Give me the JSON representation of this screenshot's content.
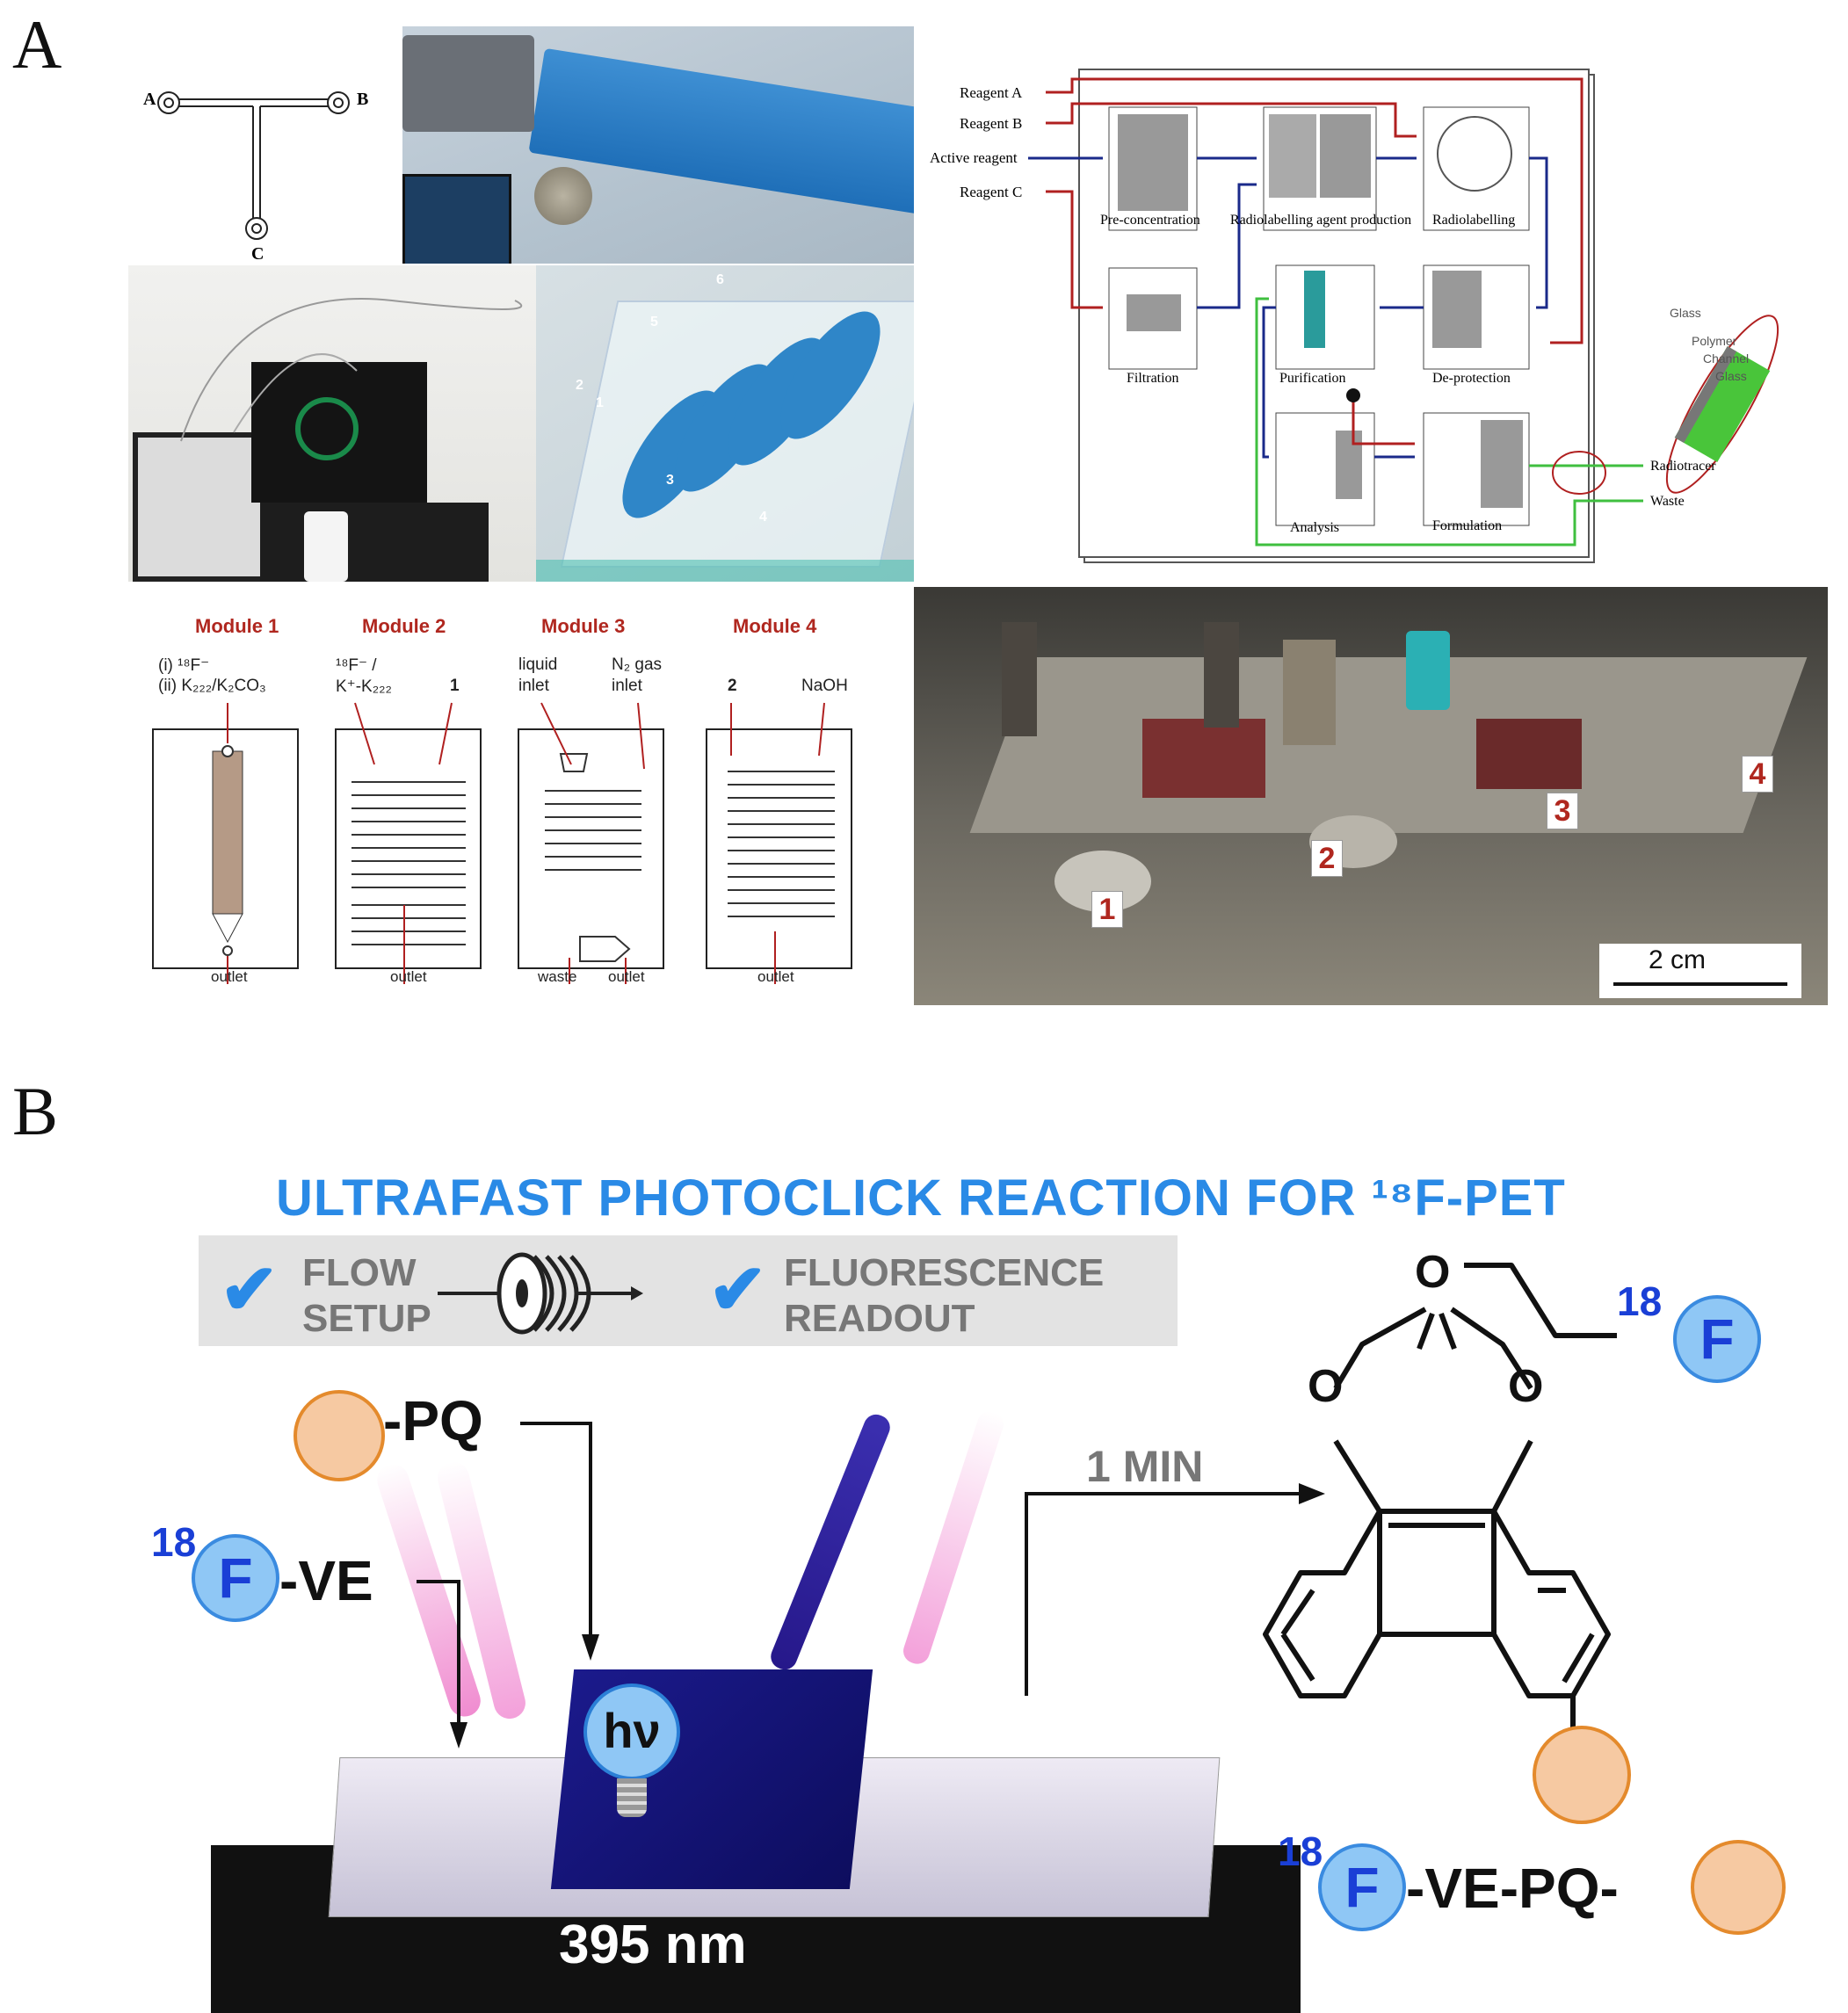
{
  "panels": {
    "a": "A",
    "b": "B"
  },
  "tchip": {
    "a": "A",
    "b": "B",
    "c": "C"
  },
  "rad_diagram": {
    "inputs": [
      "Reagent A",
      "Reagent B",
      "Active reagent",
      "Reagent C"
    ],
    "blocks": {
      "preconc": "Pre-concentration",
      "radagent": "Radiolabelling agent production",
      "radiolabelling": "Radiolabelling",
      "filtration": "Filtration",
      "purification": "Purification",
      "deprotection": "De-protection",
      "analysis": "Analysis",
      "formulation": "Formulation"
    },
    "outputs": [
      "Radiotracer",
      "Waste"
    ],
    "layers": [
      "Glass",
      "Polymer",
      "Channel",
      "Glass"
    ]
  },
  "photo_labels": {
    "p1": "1",
    "p2": "2",
    "p3": "3",
    "p4": "4",
    "p5": "5",
    "p6": "6"
  },
  "modules": [
    {
      "title": "Module 1",
      "line1": "(i) ¹⁸F⁻",
      "line2": "(ii) K₂₂₂/K₂CO₃",
      "out": "outlet"
    },
    {
      "title": "Module 2",
      "line1": "¹⁸F⁻ /",
      "line2": "K⁺-K₂₂₂",
      "num": "1",
      "out": "outlet"
    },
    {
      "title": "Module 3",
      "in1": "liquid",
      "in1b": "inlet",
      "in2": "N₂ gas",
      "in2b": "inlet",
      "waste": "waste",
      "out": "outlet"
    },
    {
      "title": "Module 4",
      "num": "2",
      "reagent": "NaOH",
      "out": "outlet"
    }
  ],
  "setup_badges": [
    "1",
    "2",
    "3",
    "4"
  ],
  "scale_bar": "2 cm",
  "panel_b": {
    "title": "ULTRAFAST PHOTOCLICK REACTION FOR ¹⁸F-PET",
    "flow1": "FLOW",
    "flow2": "SETUP",
    "fluor1": "FLUORESCENCE",
    "fluor2": "READOUT",
    "pq": "-PQ",
    "ve_sup": "18",
    "f": "F",
    "ve": "-VE",
    "time": "1 MIN",
    "hv": "hν",
    "wavelength": "395 nm",
    "product_sup": "18",
    "product": "-VE-PQ-",
    "mol_o": "O",
    "mol_sup": "18"
  },
  "colors": {
    "title_blue": "#2a8ae6",
    "module_red": "#b0271f",
    "arrow_red": "#b02020",
    "arrow_blue": "#1a2a8a",
    "arrow_green": "#3fbf3f",
    "orange": "#f6c9a2",
    "f_blue": "#8fc7f5"
  }
}
